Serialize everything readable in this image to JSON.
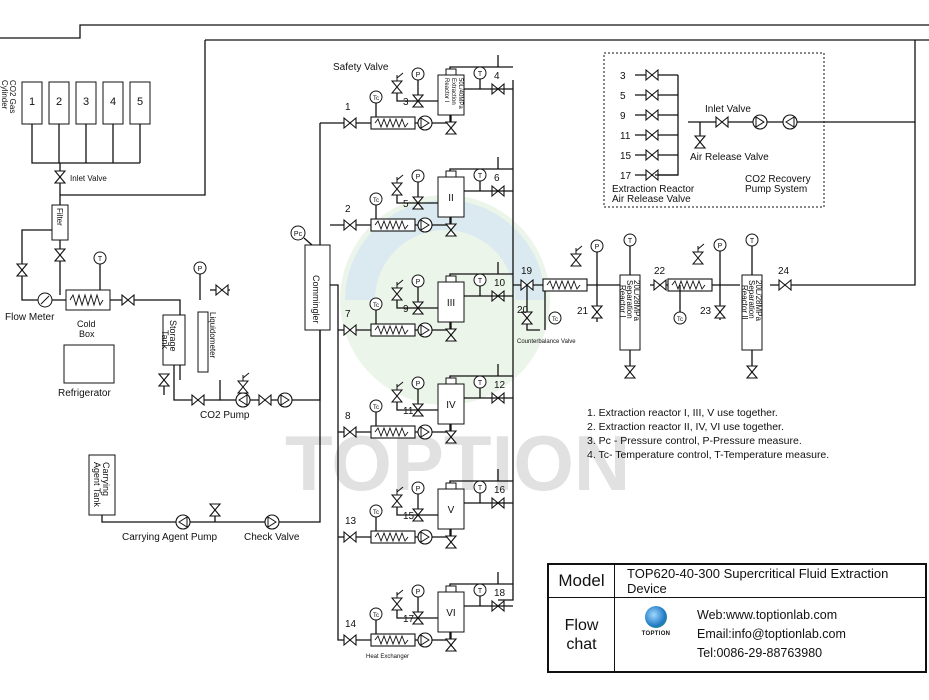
{
  "gas_cylinder": {
    "label_line1": "CO2 Gas",
    "label_line2": "Cylinder",
    "numbers": [
      "1",
      "2",
      "3",
      "4",
      "5"
    ]
  },
  "labels": {
    "inlet_valve_left": "Inlet Valve",
    "filter": "Filter",
    "flow_meter": "Flow Meter",
    "cold_box": "Cold",
    "cold_box2": "Box",
    "refrigerator": "Refrigerator",
    "storage_tank_1": "Storage",
    "storage_tank_2": "Tank",
    "liquidometer": "Liquidometer",
    "co2_pump": "CO2 Pump",
    "commingler": "Commingler",
    "carrying_tank_1": "Carrying",
    "carrying_tank_2": "Agent Tank",
    "carrying_pump": "Carrying Agent Pump",
    "check_valve": "Check Valve",
    "safety_valve": "Safety Valve",
    "heat_exchanger": "Heat Exchanger",
    "counterbalance": "Counterbalance Valve",
    "reactor1_text": "50L/40MPa",
    "reactor1_text2": "Extraction",
    "reactor1_text3": "Reactor I",
    "sep1_a": "20L/28MPa",
    "sep1_b": "Separation",
    "sep1_c": "Reactor I",
    "sep2_a": "20L/28MPa",
    "sep2_b": "Separation",
    "sep2_c": "Reactor II",
    "pc": "Pc",
    "tc": "Tc",
    "t": "T",
    "p": "P",
    "reactor_numerals": [
      "II",
      "III",
      "IV",
      "V",
      "VI"
    ]
  },
  "valve_numbers": [
    "1",
    "2",
    "3",
    "4",
    "5",
    "6",
    "7",
    "8",
    "9",
    "10",
    "11",
    "12",
    "13",
    "14",
    "15",
    "16",
    "17",
    "18",
    "19",
    "20",
    "21",
    "22",
    "23",
    "24"
  ],
  "recovery": {
    "numbers": [
      "3",
      "5",
      "9",
      "11",
      "15",
      "17"
    ],
    "inlet_valve": "Inlet Valve",
    "air_release": "Air Release Valve",
    "extraction_reactor": "Extraction Reactor",
    "air_release_valve": "Air Release Valve",
    "pump_system_1": "CO2 Recovery",
    "pump_system_2": "Pump System"
  },
  "notes": [
    "1. Extraction reactor I, III, V use together.",
    "2. Extraction reactor II, IV, VI use together.",
    "3. Pc - Pressure control, P-Pressure measure.",
    "4. Tc- Temperature control, T-Temperature measure."
  ],
  "watermark": "TOPTION",
  "table": {
    "model_label": "Model",
    "model_value": "TOP620-40-300 Supercritical Fluid Extraction Device",
    "flow_label_1": "Flow",
    "flow_label_2": "chat",
    "logo_text": "TOPTION",
    "web": "Web:www.toptionlab.com",
    "email": "Email:info@toptionlab.com",
    "tel": "Tel:0086-29-88763980"
  }
}
